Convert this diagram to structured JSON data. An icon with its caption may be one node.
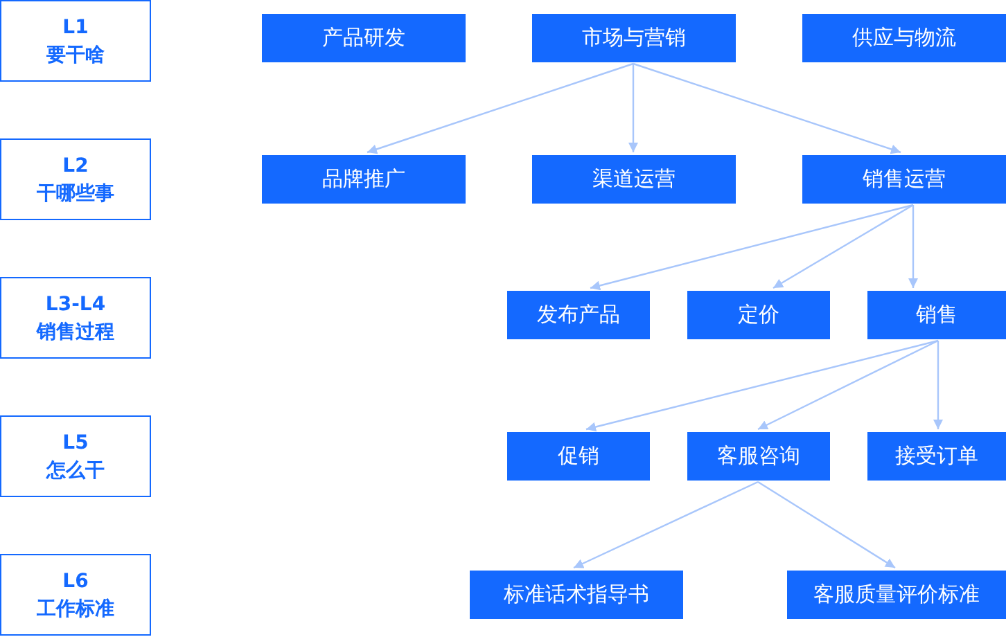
{
  "diagram": {
    "nodes": [
      {
        "text": [
          "L1",
          "要干啥"
        ]
      },
      {
        "text": [
          "产品研发"
        ]
      },
      {
        "text": [
          "市场与营销"
        ]
      },
      {
        "text": [
          "供应与物流"
        ]
      },
      {
        "text": [
          "L2",
          "干哪些事"
        ]
      },
      {
        "text": [
          "品牌推广"
        ]
      },
      {
        "text": [
          "渠道运营"
        ]
      },
      {
        "text": [
          "销售运营"
        ]
      },
      {
        "text": [
          "L3-L4",
          "销售过程"
        ]
      },
      {
        "text": [
          "发布产品"
        ]
      },
      {
        "text": [
          "定价"
        ]
      },
      {
        "text": [
          "销售"
        ]
      },
      {
        "text": [
          "L5",
          "怎么干"
        ]
      },
      {
        "text": [
          "促销"
        ]
      },
      {
        "text": [
          "客服咨询"
        ]
      },
      {
        "text": [
          "接受订单"
        ]
      },
      {
        "text": [
          "L6",
          "工作标准"
        ]
      },
      {
        "text": [
          "标准话术指导书"
        ]
      },
      {
        "text": [
          "客服质量评价标准"
        ]
      }
    ],
    "edges": [
      {
        "from": 2,
        "to": 5,
        "arrow": "to"
      },
      {
        "from": 2,
        "to": 6,
        "arrow": "to"
      },
      {
        "from": 2,
        "to": 7,
        "arrow": "to"
      },
      {
        "from": 7,
        "to": 9,
        "arrow": "to"
      },
      {
        "from": 7,
        "to": 10,
        "arrow": "to"
      },
      {
        "from": 7,
        "to": 11,
        "arrow": "to"
      },
      {
        "from": 11,
        "to": 13,
        "arrow": "to"
      },
      {
        "from": 11,
        "to": 14,
        "arrow": "to"
      },
      {
        "from": 11,
        "to": 15,
        "arrow": "to"
      },
      {
        "from": 14,
        "to": 17,
        "arrow": "to"
      },
      {
        "from": 14,
        "to": 18,
        "arrow": "to"
      }
    ]
  }
}
